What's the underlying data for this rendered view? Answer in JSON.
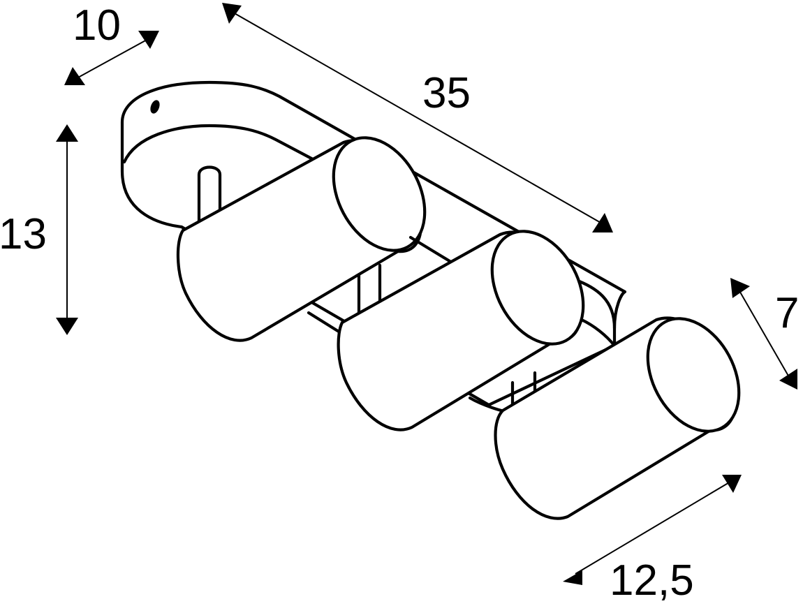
{
  "diagram": {
    "subject": "3-spot ceiling light, dimensioned line drawing",
    "colors": {
      "line": "#000000",
      "background": "#ffffff"
    },
    "dimensions": {
      "depth": {
        "value": "10",
        "label": "10"
      },
      "length": {
        "value": "35",
        "label": "35"
      },
      "height": {
        "value": "13",
        "label": "13"
      },
      "head_diameter": {
        "value": "7",
        "label": "7"
      },
      "head_length": {
        "value": "12,5",
        "label": "12,5"
      }
    },
    "components": {
      "base_plate": "oval ceiling canopy with screw hole",
      "spot_heads": 3,
      "mounting_stem": "short vertical stem under canopy"
    }
  }
}
